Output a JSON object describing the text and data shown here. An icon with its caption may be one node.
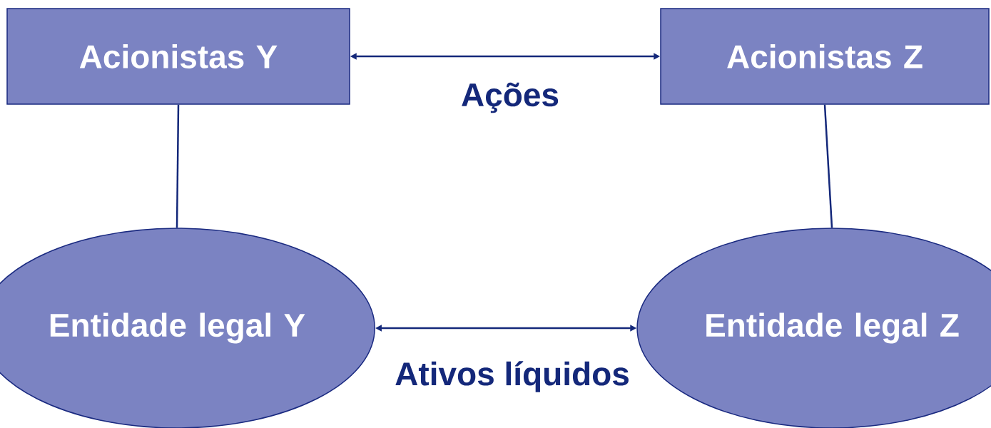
{
  "diagram": {
    "nodes": [
      {
        "text": [
          "Acionistas Y"
        ]
      },
      {
        "text": [
          "Acionistas Z"
        ]
      },
      {
        "text": [
          "Entidade legal Y"
        ]
      },
      {
        "text": [
          "Entidade legal Z"
        ]
      }
    ],
    "edges": [
      {
        "from": 0,
        "to": 1,
        "arrow": "both",
        "label": "Ações"
      },
      {
        "from": 2,
        "to": 3,
        "arrow": "both",
        "label": "Ativos líquidos"
      },
      {
        "from": 0,
        "to": 2,
        "arrow": "none"
      },
      {
        "from": 1,
        "to": 3,
        "arrow": "none"
      }
    ]
  }
}
